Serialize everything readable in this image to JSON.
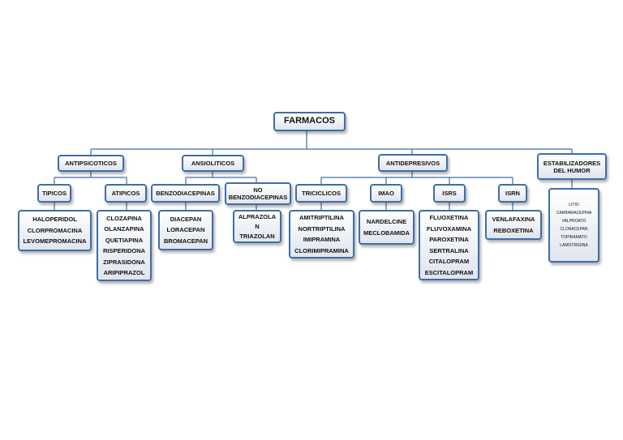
{
  "root": "FARMACOS",
  "categories": {
    "antipsicoticos": "ANTIPSICOTICOS",
    "ansioliticos": "ANSIOLITICOS",
    "antidepresivos": "ANTIDEPRESIVOS",
    "estabilizadores": [
      "ESTABILIZADORES",
      "DEL HUMOR"
    ]
  },
  "subgroups": {
    "tipicos": "TIPICOS",
    "atipicos": "ATIPICOS",
    "benzodiacepinas": "BENZODIACEPINAS",
    "no_benzodiacepinas": [
      "NO",
      "BENZODIACEPINAS"
    ],
    "triciclicos": "TRICICLICOS",
    "imao": "IMAO",
    "isrs": "ISRS",
    "isrn": "ISRN"
  },
  "drugs": {
    "tipicos": [
      "HALOPERIDOL",
      "CLORPROMACINA",
      "LEVOMEPROMACINA"
    ],
    "atipicos": [
      "CLOZAPINA",
      "OLANZAPINA",
      "QUETIAPINA",
      "RISPERIDONA",
      "ZIPRASIDONA",
      "ARIPIPRAZOL"
    ],
    "benzodiacepinas": [
      "DIACEPAN",
      "LORACEPAN",
      "BROMACEPAN"
    ],
    "no_benzodiacepinas": [
      "ALPRAZOLA",
      "N",
      "TRIAZOLAN"
    ],
    "triciclicos": [
      "AMITRIPTILINA",
      "NORTRIPTILINA",
      "IMIPRAMINA",
      "CLORIMIPRAMINA"
    ],
    "imao": [
      "NARDELCINE",
      "MECLOBAMIDA"
    ],
    "isrs": [
      "FLUOXETINA",
      "FLUVOXAMINA",
      "PAROXETINA",
      "SERTRALINA",
      "CITALOPRAM",
      "ESCITALOPRAM"
    ],
    "isrn": [
      "VENLAFAXINA",
      "REBOXETINA"
    ],
    "estabilizadores": [
      "LITIO",
      "CARBAMACEPINA",
      "VALPROATO",
      "CLONACEPAN",
      "TOPIRAMATO",
      "LAMOTRIGINA"
    ]
  },
  "colors": {
    "border": "#3f6ea6",
    "connector": "#3f6ea6",
    "fill_top": "#ffffff",
    "fill_bottom": "#dfe5ef"
  }
}
